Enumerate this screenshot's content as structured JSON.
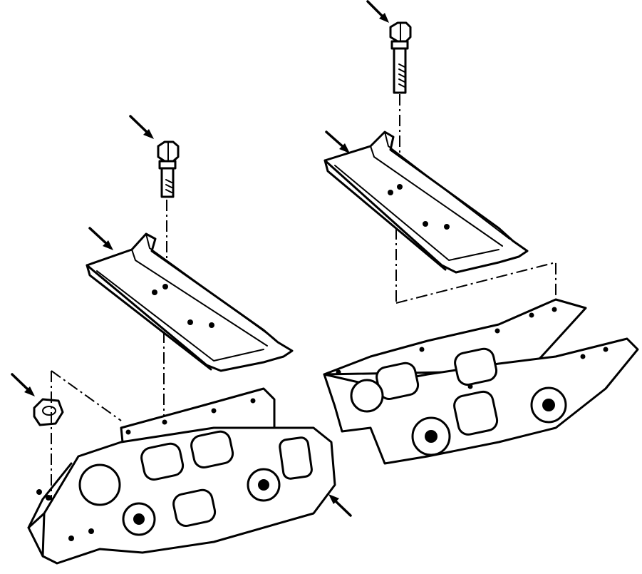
{
  "diagram": {
    "callouts": [
      {
        "name": "callout-bolt-right"
      },
      {
        "name": "callout-bolt-left"
      },
      {
        "name": "callout-shoe-right"
      },
      {
        "name": "callout-shoe-left"
      },
      {
        "name": "callout-nut"
      },
      {
        "name": "callout-link-assembly"
      }
    ],
    "parts": [
      "bolt",
      "bolt",
      "track-shoe",
      "track-shoe",
      "nut",
      "track-link-chain",
      "track-link-chain"
    ]
  }
}
